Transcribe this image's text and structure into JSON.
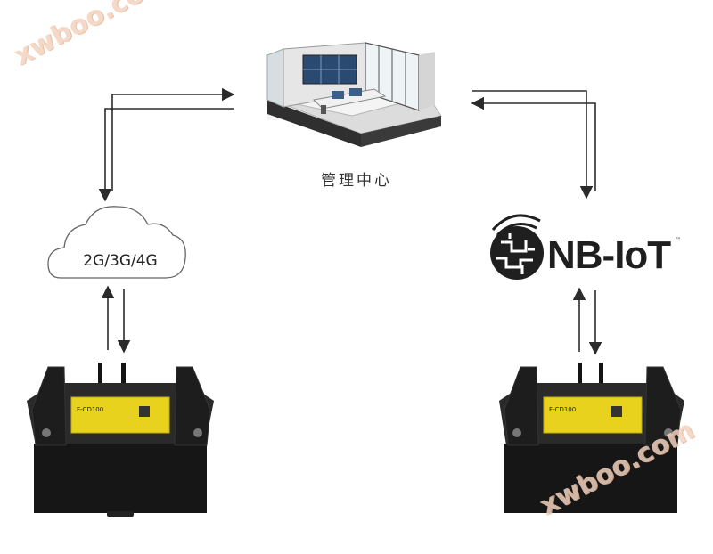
{
  "nodes": {
    "management_center": {
      "label": "管理中心"
    },
    "cellular_cloud": {
      "label": "2G/3G/4G"
    },
    "nbiot": {
      "logo_text": "NB-IoT",
      "trademark": "™"
    },
    "device_left": {
      "panel_text": "F-CD100"
    },
    "device_right": {
      "panel_text": "F-CD100"
    }
  },
  "watermark": {
    "text": "xwboo.com"
  },
  "colors": {
    "arrow": "#2b2b2b",
    "cloud_outline": "#666666",
    "device_body": "#1b1b1b",
    "device_panel": "#e8d21e",
    "watermark": "#f3d3bf"
  }
}
